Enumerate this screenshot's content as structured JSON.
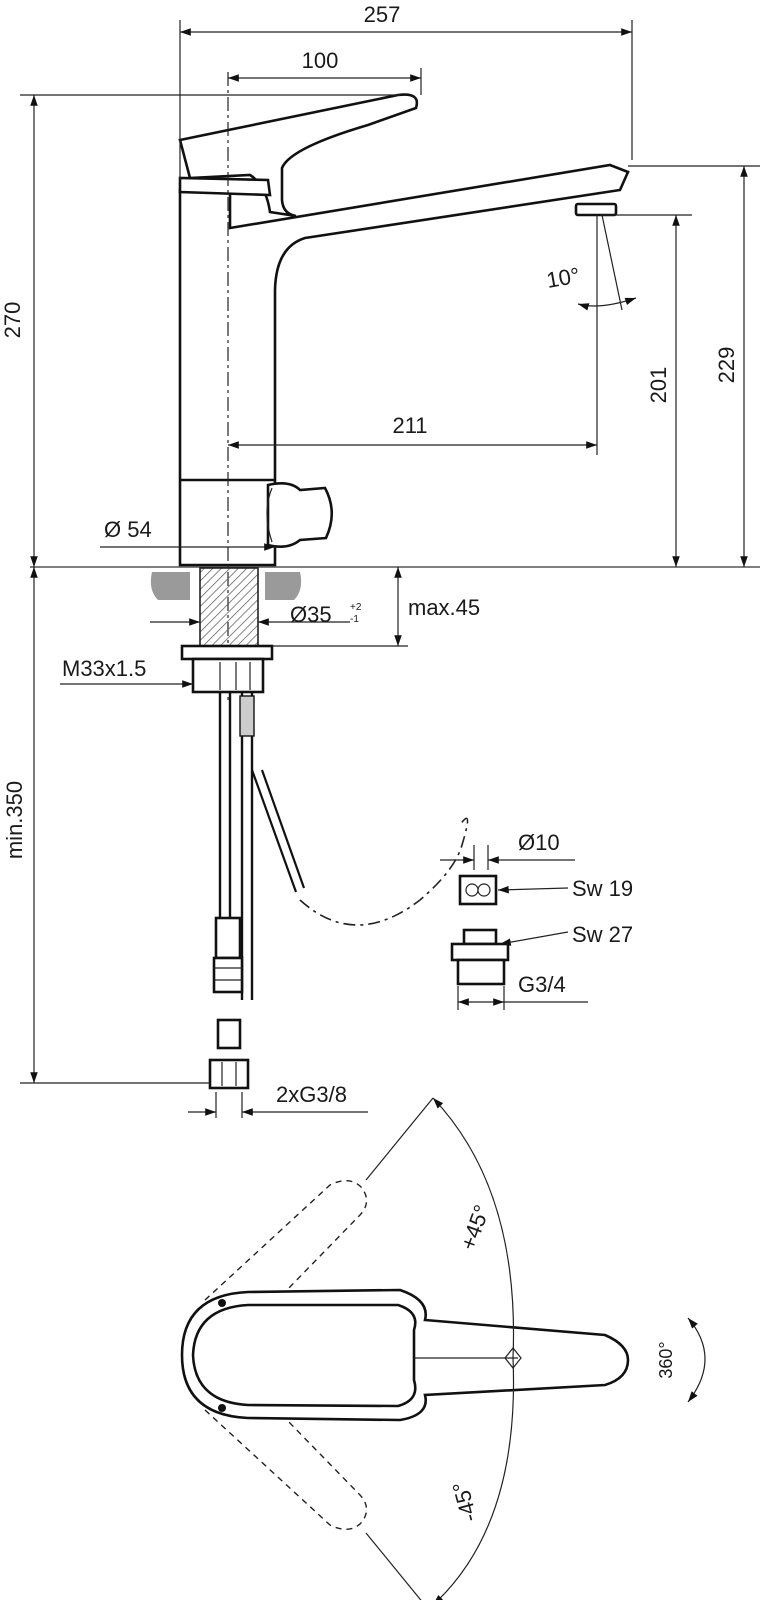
{
  "dimensions": {
    "overall_width": "257",
    "lever_reach": "100",
    "overall_height": "270",
    "spout_height": "229",
    "outlet_height": "201",
    "spout_projection": "211",
    "outlet_angle": "10°",
    "base_diameter": "Ø 54",
    "hole_diameter": "Ø35",
    "hole_tolerance_upper": "+2",
    "hole_tolerance_lower": "-1",
    "max_deck": "max.45",
    "thread": "M33x1.5",
    "min_length": "min.350",
    "hose_connection": "2xG3/8",
    "hose_diameter": "Ø10",
    "wrench_19": "Sw 19",
    "wrench_27": "Sw 27",
    "valve_thread": "G3/4",
    "swivel_angle": "360°",
    "lever_plus": "+45°",
    "lever_minus": "-45°"
  }
}
